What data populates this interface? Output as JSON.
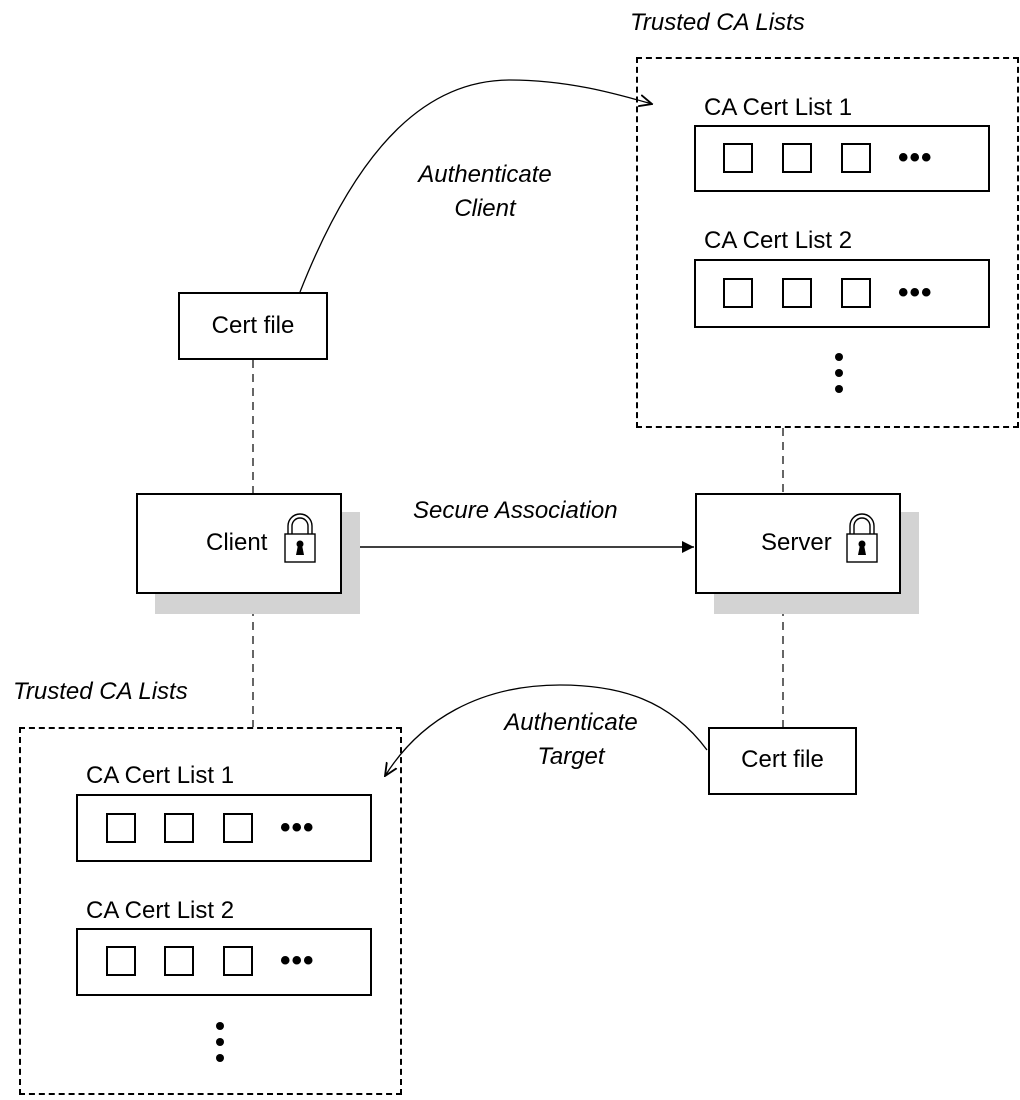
{
  "diagram": {
    "client": {
      "label": "Client"
    },
    "server": {
      "label": "Server"
    },
    "client_cert_file": {
      "label": "Cert file"
    },
    "server_cert_file": {
      "label": "Cert file"
    },
    "secure_association": {
      "label": "Secure Association"
    },
    "authenticate_client": {
      "line1": "Authenticate",
      "line2": "Client"
    },
    "authenticate_target": {
      "line1": "Authenticate",
      "line2": "Target"
    },
    "server_trusted_ca": {
      "title": "Trusted CA Lists",
      "lists": [
        {
          "label": "CA Cert List 1",
          "ellipsis": "•••"
        },
        {
          "label": "CA Cert List 2",
          "ellipsis": "•••"
        }
      ]
    },
    "client_trusted_ca": {
      "title": "Trusted CA Lists",
      "lists": [
        {
          "label": "CA Cert List 1",
          "ellipsis": "•••"
        },
        {
          "label": "CA Cert List 2",
          "ellipsis": "•••"
        }
      ]
    },
    "icons": [
      "lock-icon",
      "certificate-icon",
      "vertical-ellipsis-icon"
    ],
    "colors": {
      "shadow": "#d3d3d3",
      "stroke": "#000000",
      "background": "#ffffff"
    }
  }
}
